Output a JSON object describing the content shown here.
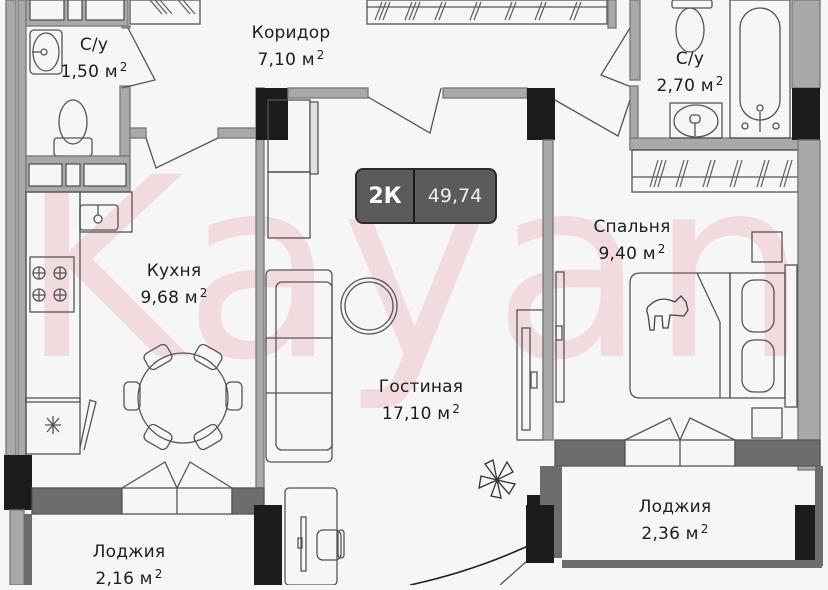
{
  "plan": {
    "type_badge": "2К",
    "total_area": "49,74",
    "watermark": "Kayan",
    "unit_superscript": "2",
    "colors": {
      "background": "#f6f6f6",
      "wall_light": "#a9a9a9",
      "wall_mid": "#6d6d6d",
      "wall_dark": "#1c1c1c",
      "badge_bg": "#5b5b5b",
      "watermark": "#e896a5"
    }
  },
  "rooms": [
    {
      "id": "bathroom_1",
      "name": "С/у",
      "area": "1,50 м"
    },
    {
      "id": "corridor",
      "name": "Коридор",
      "area": "7,10 м"
    },
    {
      "id": "bathroom_2",
      "name": "С/у",
      "area": "2,70 м"
    },
    {
      "id": "kitchen",
      "name": "Кухня",
      "area": "9,68 м"
    },
    {
      "id": "bedroom",
      "name": "Спальня",
      "area": "9,40 м"
    },
    {
      "id": "living_room",
      "name": "Гостиная",
      "area": "17,10 м"
    },
    {
      "id": "loggia_1",
      "name": "Лоджия",
      "area": "2,16 м"
    },
    {
      "id": "loggia_2",
      "name": "Лоджия",
      "area": "2,36 м"
    }
  ]
}
